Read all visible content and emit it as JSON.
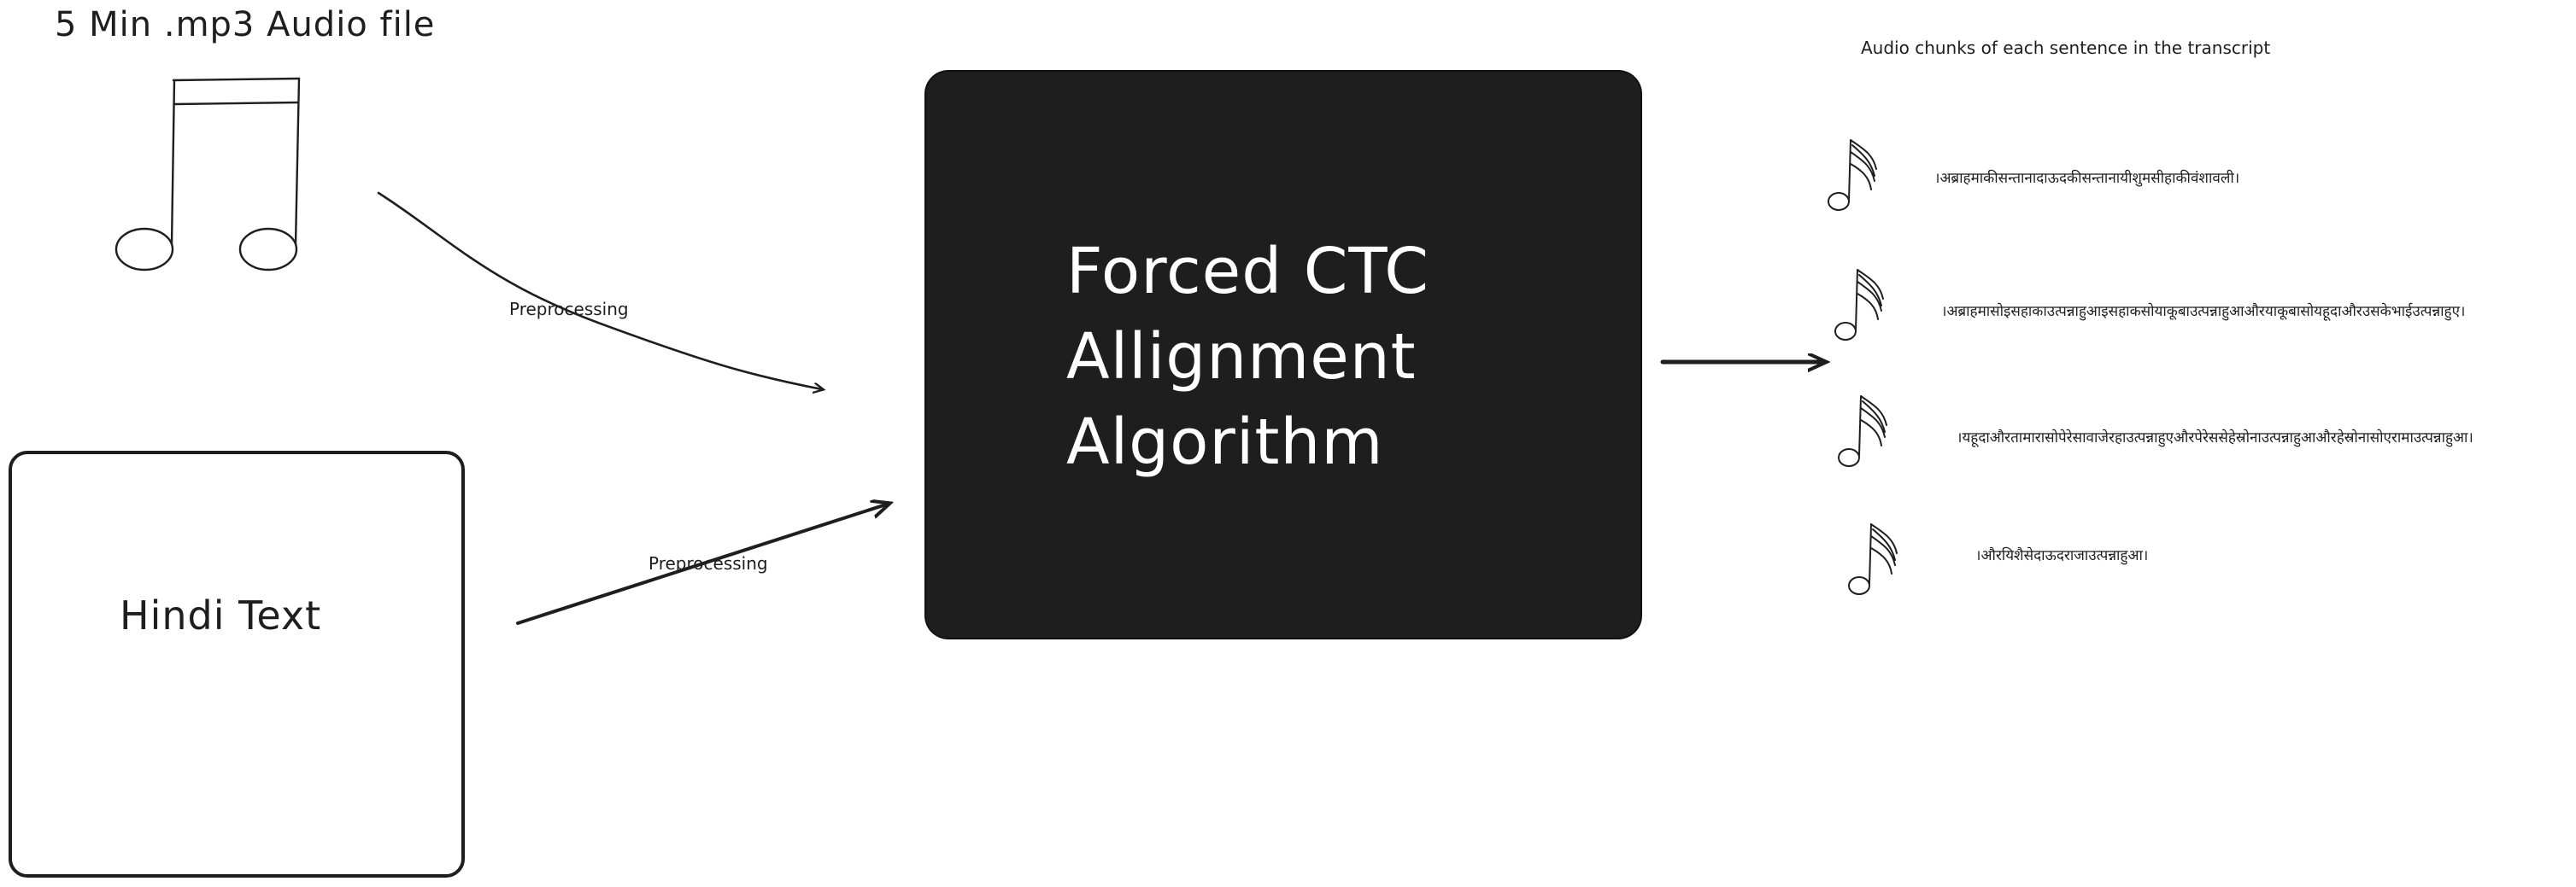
{
  "audio_file": {
    "title": "5 Min .mp3 Audio file"
  },
  "text_input": {
    "label": "Hindi Text"
  },
  "edges": {
    "audio_label": "Preprocessing",
    "text_label": "Preprocessing"
  },
  "algorithm": {
    "lines": [
      "Forced CTC",
      "Allignment",
      "Algorithm"
    ]
  },
  "output": {
    "title": "Audio chunks of each sentence in the transcript",
    "chunks": [
      "।अब्राहमाकीसन्तानादाऊदकीसन्तानायीशुमसीहाकीवंशावली।",
      "।अब्राहमासोइसहाकाउत्पन्नाहुआइसहाकसोयाकूबाउत्पन्नाहुआऔरयाकूबासोयहूदाऔरउसकेभाईउत्पन्नाहुए।",
      "।यहूदाऔरतामारासोपेरेसावाजेरहाउत्पन्नाहुएऔरपेरेससेहेस्रोनाउत्पन्नाहुआऔरहेस्रोनासोएरामाउत्पन्नाहुआ।",
      "।औरयिशैसेदाऊदराजाउत्पन्नाहुआ।"
    ]
  },
  "colors": {
    "ink": "#1e1e1e",
    "box_fill": "#1e1e1e",
    "box_text": "#ffffff"
  },
  "icons": {
    "audio_source": "music-note-icon",
    "chunk": "music-note-icon"
  }
}
